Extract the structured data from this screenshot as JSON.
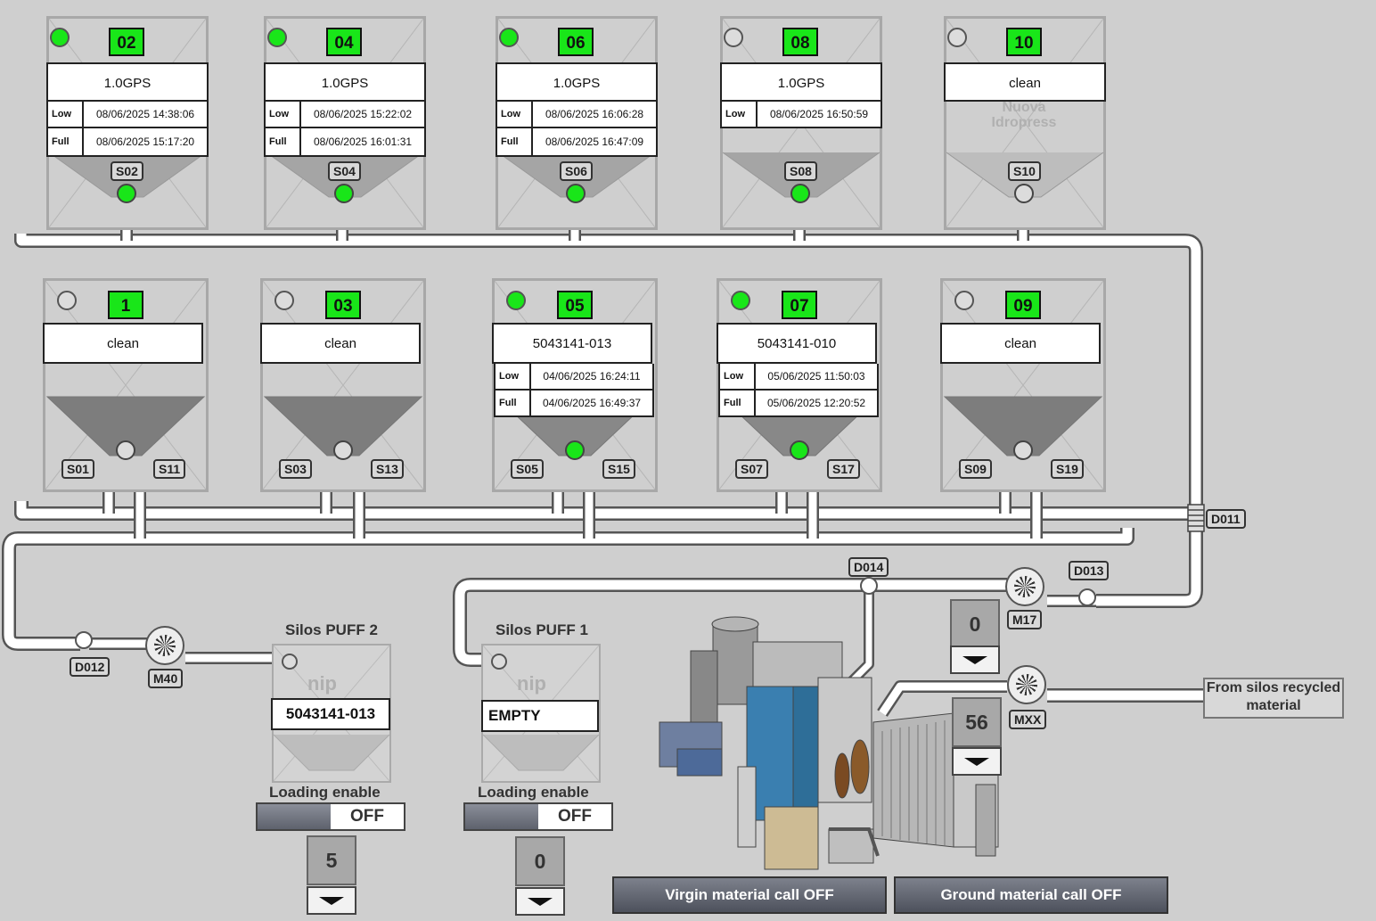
{
  "upper_silos": [
    {
      "number": "02",
      "material": "1.0GPS",
      "lamp": "on",
      "low_label": "Low",
      "low": "08/06/2025 14:38:06",
      "full_label": "Full",
      "full": "08/06/2025 15:17:20",
      "valve_tag": "S02",
      "valve": "on"
    },
    {
      "number": "04",
      "material": "1.0GPS",
      "lamp": "on",
      "low_label": "Low",
      "low": "08/06/2025 15:22:02",
      "full_label": "Full",
      "full": "08/06/2025 16:01:31",
      "valve_tag": "S04",
      "valve": "on"
    },
    {
      "number": "06",
      "material": "1.0GPS",
      "lamp": "on",
      "low_label": "Low",
      "low": "08/06/2025 16:06:28",
      "full_label": "Full",
      "full": "08/06/2025 16:47:09",
      "valve_tag": "S06",
      "valve": "on"
    },
    {
      "number": "08",
      "material": "1.0GPS",
      "lamp": "off",
      "low_label": "Low",
      "low": "08/06/2025 16:50:59",
      "valve_tag": "S08",
      "valve": "on"
    },
    {
      "number": "10",
      "material": "clean",
      "lamp": "off",
      "watermark": "Nuova Idropress",
      "valve_tag": "S10",
      "valve": "off"
    }
  ],
  "lower_silos": [
    {
      "number": "1",
      "material": "clean",
      "lamp": "off",
      "valve": "off",
      "tag_left": "S01",
      "tag_right": "S11"
    },
    {
      "number": "03",
      "material": "clean",
      "lamp": "off",
      "valve": "off",
      "tag_left": "S03",
      "tag_right": "S13"
    },
    {
      "number": "05",
      "material": "5043141-013",
      "lamp": "on",
      "low_label": "Low",
      "low": "04/06/2025 16:24:11",
      "full_label": "Full",
      "full": "04/06/2025 16:49:37",
      "valve": "on",
      "tag_left": "S05",
      "tag_right": "S15"
    },
    {
      "number": "07",
      "material": "5043141-010",
      "lamp": "on",
      "low_label": "Low",
      "low": "05/06/2025 11:50:03",
      "full_label": "Full",
      "full": "05/06/2025 12:20:52",
      "valve": "on",
      "tag_left": "S07",
      "tag_right": "S17"
    },
    {
      "number": "09",
      "material": "clean",
      "lamp": "off",
      "valve": "off",
      "tag_left": "S09",
      "tag_right": "S19"
    }
  ],
  "devices": {
    "d011": "D011",
    "d012": "D012",
    "d013": "D013",
    "d014": "D014",
    "m40": "M40",
    "m17": "M17",
    "mxx": "MXX"
  },
  "puff2": {
    "title": "Silos PUFF 2",
    "value": "5043141-013",
    "loading_label": "Loading enable",
    "toggle": "OFF",
    "count": "5",
    "watermark": "nip"
  },
  "puff1": {
    "title": "Silos PUFF 1",
    "value": "EMPTY",
    "loading_label": "Loading enable",
    "toggle": "OFF",
    "count": "0",
    "watermark": "nip"
  },
  "counters": {
    "m17": "0",
    "mxx": "56"
  },
  "from_silos": "From silos recycled material",
  "buttons": {
    "virgin": "Virgin material call OFF",
    "ground": "Ground material call OFF"
  },
  "colors": {
    "active": "#19e619",
    "background": "#cfcfcf",
    "pipe": "#ffffff"
  }
}
